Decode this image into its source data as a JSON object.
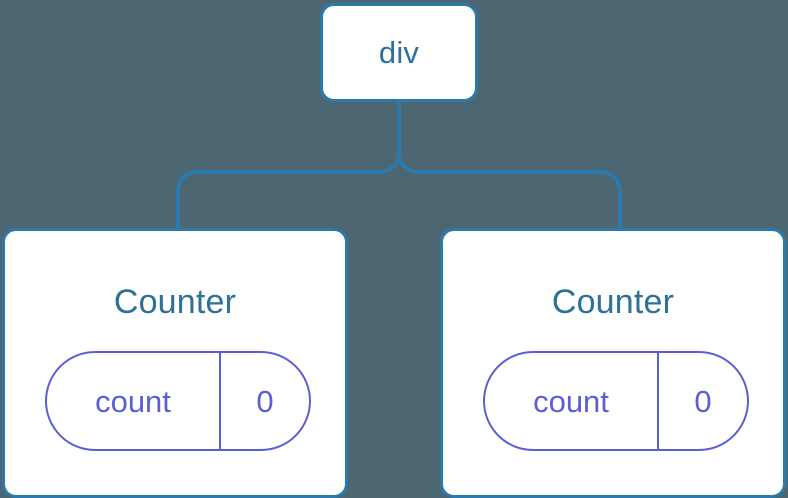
{
  "diagram": {
    "type": "component-tree",
    "background_color": "#4c6771",
    "node_border_color": "#2b7aab",
    "node_text_color": "#2d7098",
    "state_color": "#5b5fd6",
    "connector_color": "#2b7aab"
  },
  "root": {
    "label": "div"
  },
  "children": [
    {
      "label": "Counter",
      "state": {
        "key": "count",
        "value": "0"
      }
    },
    {
      "label": "Counter",
      "state": {
        "key": "count",
        "value": "0"
      }
    }
  ]
}
